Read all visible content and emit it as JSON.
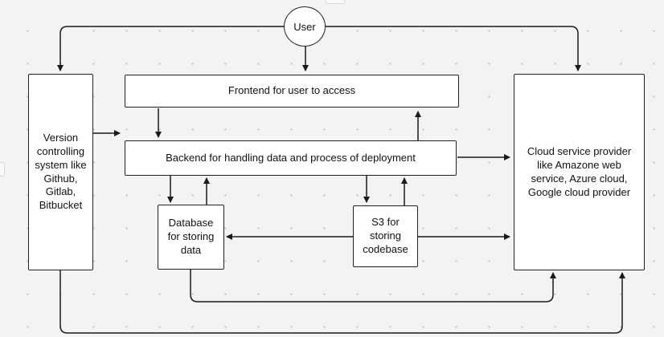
{
  "nodes": {
    "user": "User",
    "frontend": "Frontend for user to access",
    "backend": "Backend for handling data and process of deployment",
    "version_control": "Version\ncontrolling\nsystem like\nGithub,\nGitlab,\nBitbucket",
    "cloud": "Cloud service provider\nlike Amazone web\nservice, Azure cloud,\nGoogle cloud provider",
    "database": "Database\nfor storing\ndata",
    "s3": "S3 for\nstoring\ncodebase"
  },
  "colors": {
    "line": "#1a1a1a",
    "box_fill": "#ffffff",
    "canvas": "#f3f3f3",
    "grid_dot": "#c4c4c4"
  }
}
